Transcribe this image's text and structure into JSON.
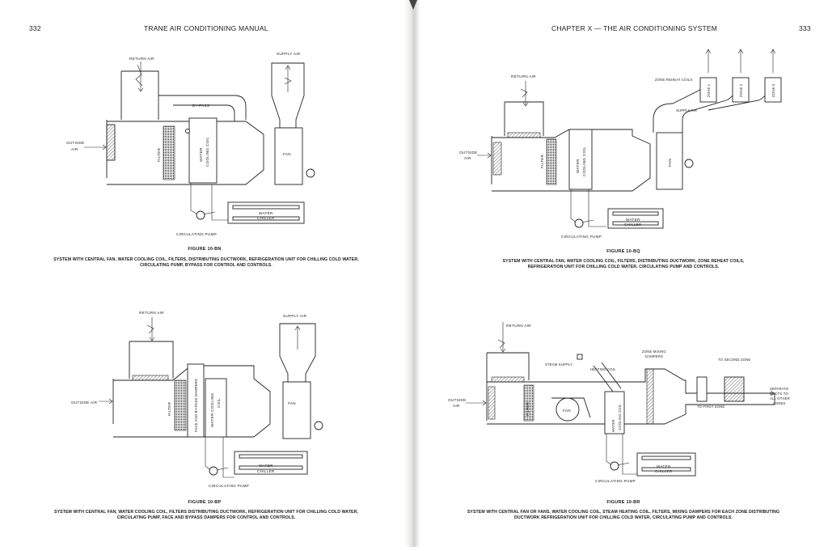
{
  "left_page": {
    "page_number": "332",
    "running_head": "TRANE AIR CONDITIONING MANUAL",
    "figures": [
      {
        "title": "FIGURE 10-BN",
        "caption_line1": "SYSTEM WITH CENTRAL FAN, WATER COOLING COIL, FILTERS, DISTRIBUTING DUCTWORK, REFRIGERATION UNIT FOR CHILLING COLD WATER,",
        "caption_line2": "CIRCULATING PUMP, BYPASS FOR CONTROL AND CONTROLS.",
        "labels": {
          "return_air": "RETURN AIR",
          "supply_air": "SUPPLY AIR",
          "by_pass": "BY-PASS",
          "outside": "OUTSIDE",
          "air": "AIR",
          "filter": "FILTER",
          "water": "WATER",
          "cooling_coil": "COOLING COIL",
          "fan": "FAN",
          "water_chiller_1": "WATER",
          "water_chiller_2": "CHILLER",
          "circulating_pump": "CIRCULATING PUMP"
        }
      },
      {
        "title": "FIGURE 10-BP",
        "caption_line1": "SYSTEM WITH CENTRAL FAN, WATER COOLING COIL, FILTERS DISTRIBUTING DUCTWORK, REFRIGERATION UNIT FOR CHILLING COLD WATER,",
        "caption_line2": "CIRCULATING PUMP, FACE AND BYPASS DAMPERS FOR CONTROL AND CONTROLS.",
        "labels": {
          "return_air": "RETURN AIR",
          "supply_air": "SUPPLY AIR",
          "outside_air": "OUTSIDE AIR",
          "filter": "FILTER",
          "face_bypass": "FACE AND BY-PASS DAMPERS",
          "water_cooling": "WATER COOLING",
          "coil": "COIL",
          "fan": "FAN",
          "water_chiller_1": "WATER",
          "water_chiller_2": "CHILLER",
          "circulating_pump": "CIRCULATING PUMP"
        }
      }
    ]
  },
  "right_page": {
    "page_number": "333",
    "running_head": "CHAPTER X — THE AIR CONDITIONING SYSTEM",
    "figures": [
      {
        "title": "FIGURE 10-BQ",
        "caption_line1": "SYSTEM WITH CENTRAL FAN, WATER COOLING COIL, FILTERS, DISTRIBUTING DUCTWORK, ZONE REHEAT COILS,",
        "caption_line2": "REFRIGERATION UNIT FOR CHILLING COLD WATER, CIRCULATING PUMP AND CONTROLS.",
        "labels": {
          "return_air": "RETURN AIR",
          "zone_reheat_coils": "ZONE REHEAT COILS",
          "supply_air": "SUPPLY AIR",
          "outside": "OUTSIDE",
          "air": "AIR",
          "filter": "FILTER",
          "water": "WATER",
          "cooling_coil": "COOLING COIL",
          "fan": "FAN",
          "zone_1": "ZONE 1",
          "zone_2": "ZONE 2",
          "zone_3": "ZONE 3",
          "water_chiller_1": "WATER",
          "water_chiller_2": "CHILLER",
          "circulating_pump": "CIRCULATING PUMP"
        }
      },
      {
        "title": "FIGURE 10-BR",
        "caption_line1": "SYSTEM WITH CENTRAL FAN OR FANS, WATER COOLING COIL, STEAM HEATING COIL, FILTERS, MIXING DAMPERS FOR EACH ZONE DISTRIBUTING",
        "caption_line2": "DUCTWORK REFRIGERATION UNIT FOR CHILLING COLD WATER, CIRCULATING PUMP AND CONTROLS.",
        "labels": {
          "return_air": "RETURN AIR",
          "zone_mixing": "ZONE MIXING",
          "dampers": "DAMPERS",
          "to_second_zone": "TO SECOND ZONE",
          "steam_supply": "STEAM SUPPLY",
          "heating_coil": "HEATING COIL",
          "outside": "OUTSIDE",
          "air": "AIR",
          "filter": "FILTER",
          "fan": "FAN",
          "water": "WATER",
          "cooling_coil": "COOLING COIL",
          "separate": "SEPARATE",
          "ducts_to": "DUCTS TO",
          "all_other": "ALL OTHER",
          "zones": "ZONES",
          "to_first_zone": "TO FIRST ZONE",
          "water_chiller_1": "WATER",
          "water_chiller_2": "CHILLER",
          "circulating_pump": "CIRCULATING PUMP"
        }
      }
    ]
  }
}
